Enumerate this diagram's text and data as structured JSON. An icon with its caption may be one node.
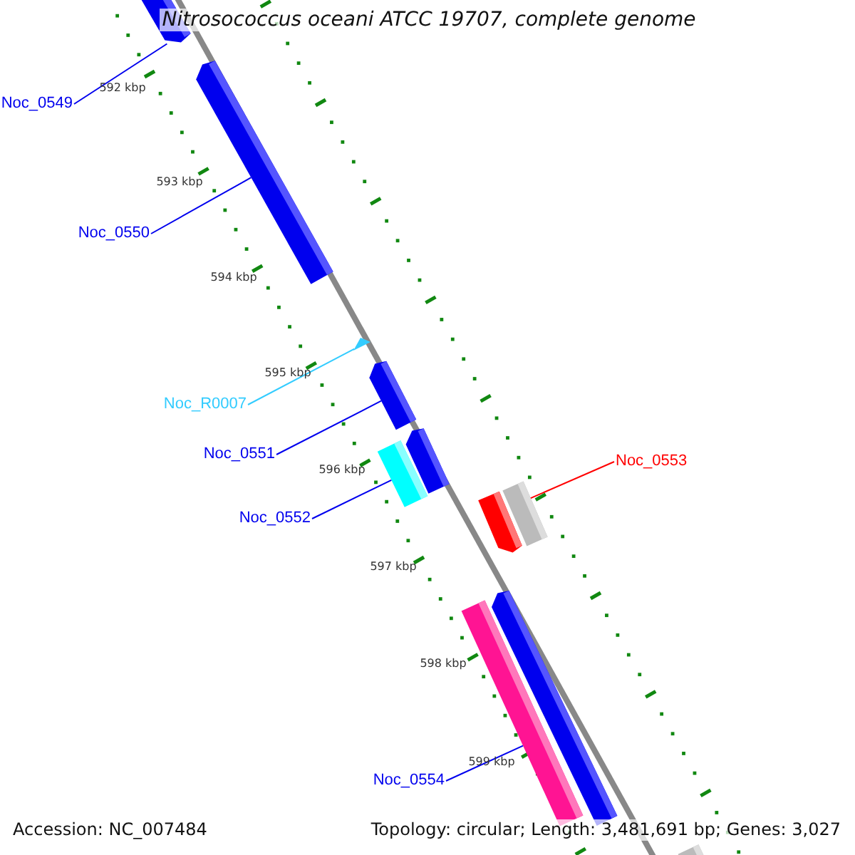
{
  "diagram": {
    "title": "Nitrosococcus oceani ATCC 19707, complete genome",
    "nodes": [
      {
        "text": [
          "Noc_0549"
        ]
      },
      {
        "text": [
          "Noc_0550"
        ]
      },
      {
        "text": [
          "Noc_R0007"
        ]
      },
      {
        "text": [
          "Noc_0551"
        ]
      },
      {
        "text": [
          "Noc_0552"
        ]
      },
      {
        "text": [
          "Noc_0553"
        ]
      },
      {
        "text": [
          "Noc_0554"
        ]
      },
      {
        "text": [],
        "shape": "bar"
      },
      {
        "text": [],
        "shape": "bar"
      },
      {
        "text": [],
        "shape": "triangle"
      },
      {
        "text": [],
        "shape": "bar"
      },
      {
        "text": [],
        "shape": "bar"
      },
      {
        "text": [],
        "shape": "bar"
      },
      {
        "text": [],
        "shape": "bar"
      },
      {
        "text": [],
        "shape": "bar"
      },
      {
        "text": [],
        "shape": "bar"
      },
      {
        "text": [],
        "shape": "bar"
      },
      {
        "text": [],
        "shape": "bar"
      }
    ],
    "edges": [
      {
        "from": 0,
        "to": 7,
        "arrow": "none"
      },
      {
        "from": 1,
        "to": 8,
        "arrow": "none"
      },
      {
        "from": 2,
        "to": 9,
        "arrow": "none",
        "color": "#33ccff"
      },
      {
        "from": 3,
        "to": 10,
        "arrow": "none"
      },
      {
        "from": 4,
        "to": 11,
        "arrow": "none"
      },
      {
        "from": 5,
        "to": 14,
        "arrow": "none",
        "color": "#ff0000"
      },
      {
        "from": 6,
        "to": 15,
        "arrow": "none"
      }
    ],
    "labels": [
      "592 kbp",
      "593 kbp",
      "594 kbp",
      "595 kbp",
      "596 kbp",
      "597 kbp",
      "598 kbp",
      "599 kbp",
      "Accession: NC_007484",
      "Topology: circular; Length: 3,481,691 bp; Genes: 3,027"
    ]
  }
}
